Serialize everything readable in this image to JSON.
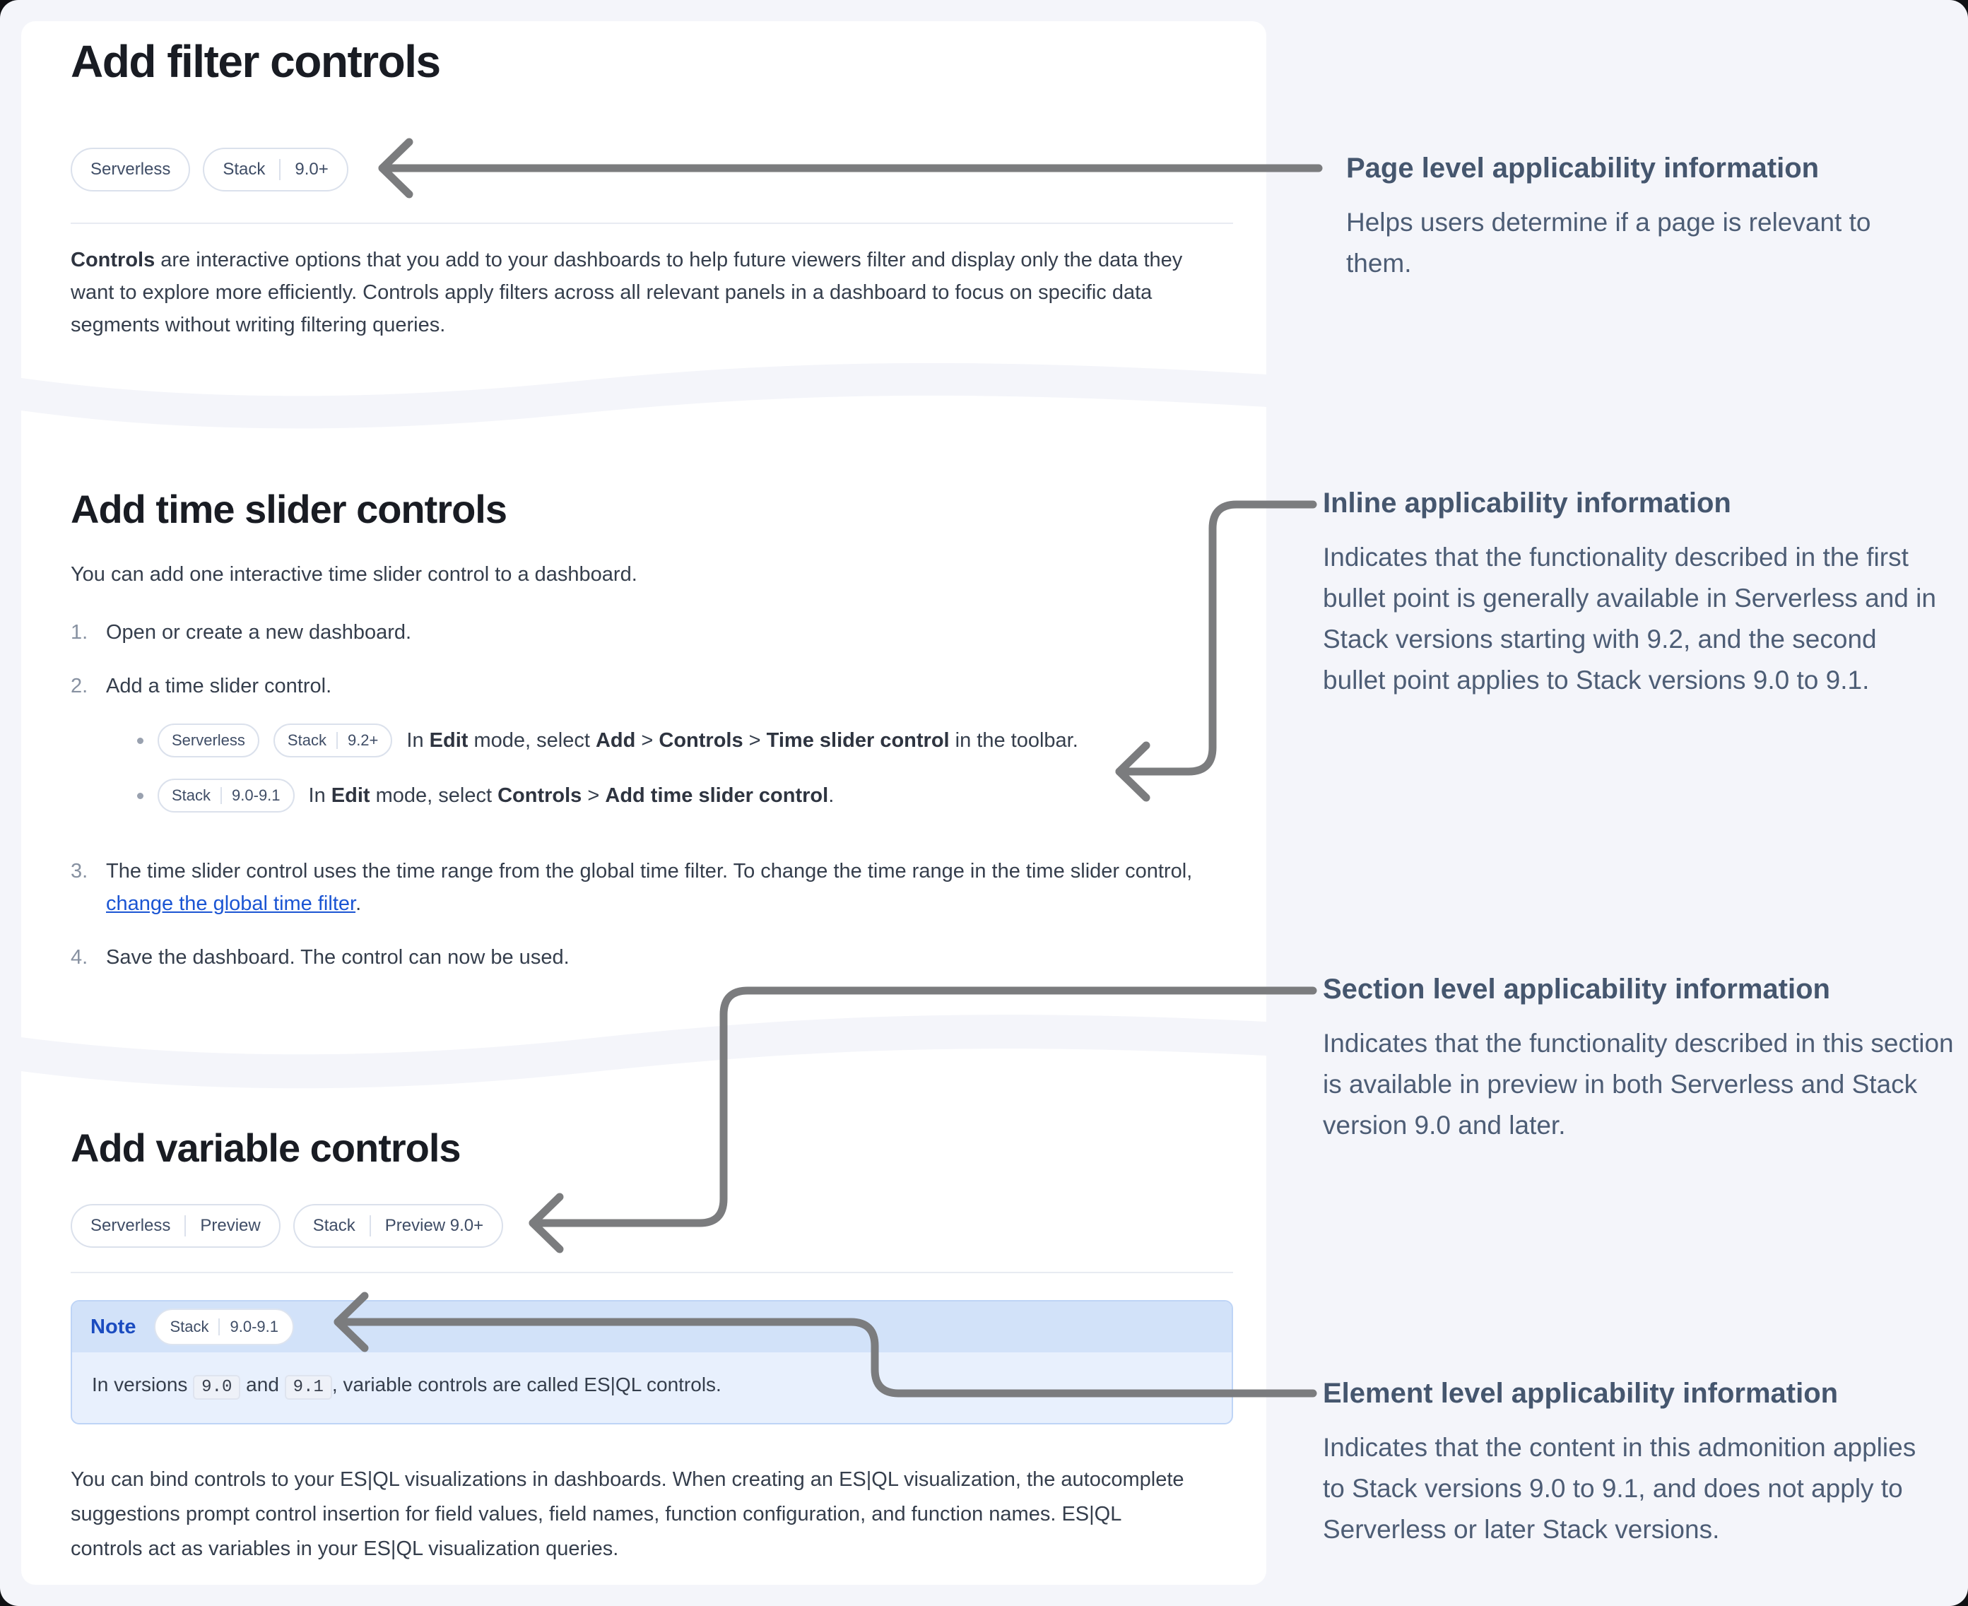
{
  "card1": {
    "title": "Add filter controls",
    "badges": [
      {
        "a": "Serverless"
      },
      {
        "a": "Stack",
        "b": "9.0+"
      }
    ],
    "intro_bold": "Controls",
    "intro_rest": " are interactive options that you add to your dashboards to help future viewers filter and display only the data they want to explore more efficiently. Controls apply filters across all relevant panels in a dashboard to focus on specific data segments without writing filtering queries."
  },
  "card2": {
    "title": "Add time slider controls",
    "intro": "You can add one interactive time slider control to a dashboard.",
    "steps": {
      "s1": {
        "num": "1.",
        "text": "Open or create a new dashboard."
      },
      "s2": {
        "num": "2.",
        "text": "Add a time slider control."
      },
      "s3": {
        "num": "3.",
        "before_link": "The time slider control uses the time range from the global time filter. To change the time range in the time slider control, ",
        "link": "change the global time filter",
        "after_link": "."
      },
      "s4": {
        "num": "4.",
        "text": "Save the dashboard. The control can now be used."
      }
    },
    "bullet1": {
      "badge1a": "Serverless",
      "badge2a": "Stack",
      "badge2b": "9.2+",
      "t1": "In ",
      "e": "Edit",
      "t2": " mode, select ",
      "a": "Add",
      "t3": " > ",
      "c": "Controls",
      "t4": " > ",
      "s": "Time slider control",
      "t5": " in the toolbar."
    },
    "bullet2": {
      "badge1a": "Stack",
      "badge1b": "9.0-9.1",
      "t1": "In ",
      "e": "Edit",
      "t2": " mode, select ",
      "c": "Controls",
      "t3": " > ",
      "s": "Add time slider control",
      "t4": "."
    }
  },
  "card3": {
    "title": "Add variable controls",
    "badges": [
      {
        "a": "Serverless",
        "b": "Preview"
      },
      {
        "a": "Stack",
        "b": "Preview 9.0+"
      }
    ],
    "note": {
      "label": "Note",
      "badge_a": "Stack",
      "badge_b": "9.0-9.1",
      "t1": "In versions ",
      "code1": "9.0",
      "t2": " and ",
      "code2": "9.1",
      "t3": ", variable controls are called ES|QL controls."
    },
    "outro": "You can bind controls to your ES|QL visualizations in dashboards. When creating an ES|QL visualization, the autocomplete suggestions prompt control insertion for field values, field names, function configuration, and function names. ES|QL controls act as variables in your ES|QL visualization queries."
  },
  "annotations": {
    "page_level": {
      "title": "Page level applicability information",
      "body": "Helps users determine if a page is relevant to them."
    },
    "inline": {
      "title": "Inline applicability information",
      "body": "Indicates that the functionality described in the first bullet point is generally available in Serverless and in Stack versions starting with 9.2, and the second bullet point applies to Stack versions 9.0 to 9.1."
    },
    "section_level": {
      "title": "Section level applicability information",
      "body": "Indicates that the functionality described in this section is available in preview in both Serverless and Stack version 9.0 and later."
    },
    "element_level": {
      "title": "Element level applicability information",
      "body": "Indicates that the content in this admonition applies to Stack versions 9.0 to 9.1, and does not apply to Serverless or later Stack versions."
    }
  },
  "colors": {
    "page_bg": "#f4f5fa",
    "card_bg": "#ffffff",
    "note_header_bg": "#d2e2f9",
    "note_body_bg": "#e8f0fd",
    "note_label": "#1b4cc0",
    "link": "#1b55d3",
    "arrow": "#7b7c7e",
    "annotation_text": "#4d5d75",
    "badge_text": "#3f4d66"
  }
}
